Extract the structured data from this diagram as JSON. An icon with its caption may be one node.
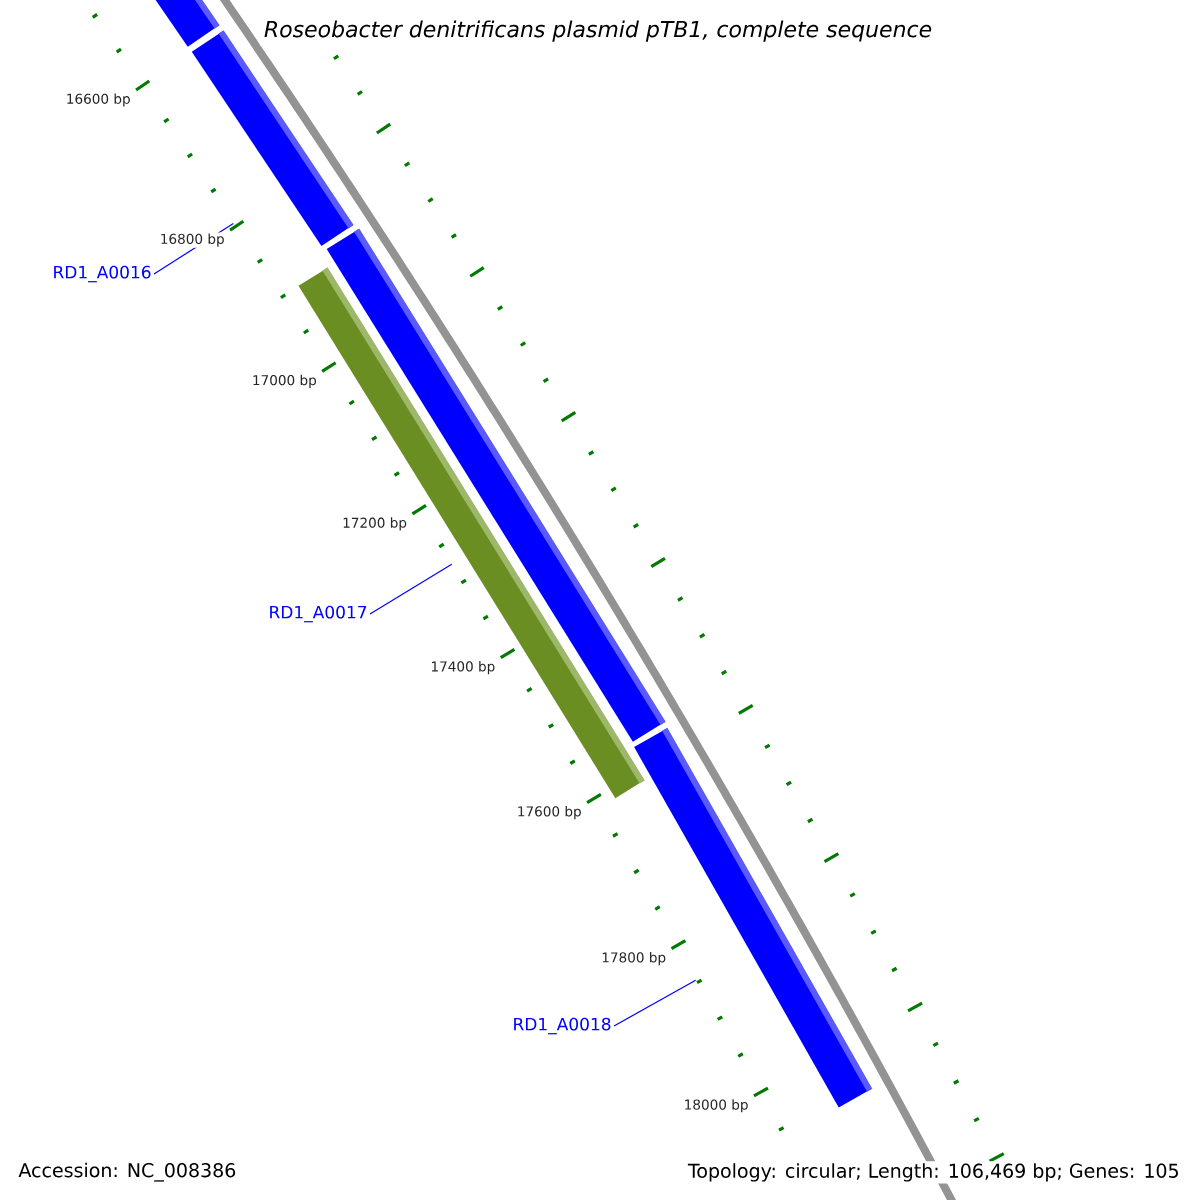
{
  "diagram": {
    "title": "Roseobacter denitrificans plasmid pTB1, complete sequence",
    "nodes": [
      {
        "text": [
          "RD1_A0016"
        ]
      },
      {
        "text": [
          "RD1_A0017"
        ]
      },
      {
        "text": [
          "RD1_A0018"
        ]
      },
      {
        "text": [],
        "shape": "bar"
      },
      {
        "text": [],
        "shape": "bar"
      },
      {
        "text": [],
        "shape": "bar"
      },
      {
        "text": [],
        "shape": "bar"
      },
      {
        "text": [],
        "shape": "bar"
      }
    ],
    "edges": [
      {
        "from": 0,
        "to": 4,
        "arrow": "none"
      },
      {
        "from": 1,
        "to": 6,
        "arrow": "none"
      },
      {
        "from": 2,
        "to": 7,
        "arrow": "none"
      }
    ],
    "labels": [
      "16600 bp",
      "16800 bp",
      "17000 bp",
      "17200 bp",
      "17400 bp",
      "17600 bp",
      "17800 bp",
      "18000 bp",
      "Accession: NC_008386",
      "Topology: circular; Length: 106,469 bp; Genes: 105"
    ]
  }
}
